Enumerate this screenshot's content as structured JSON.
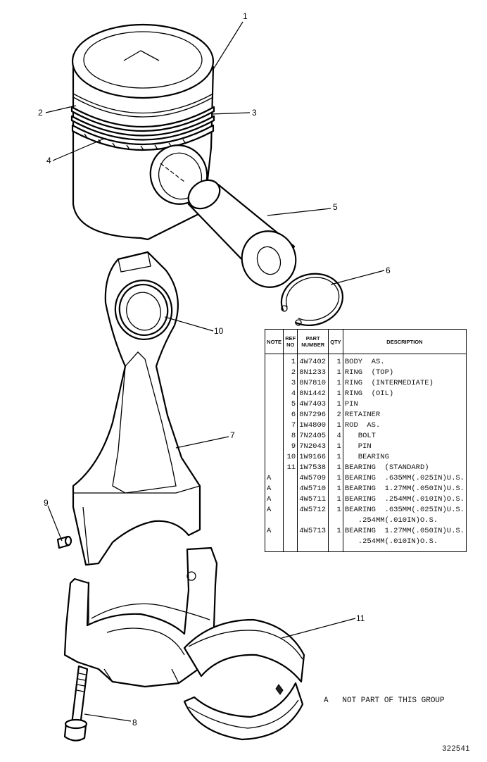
{
  "callouts": {
    "c1": "1",
    "c2": "2",
    "c3": "3",
    "c4": "4",
    "c5": "5",
    "c6": "6",
    "c7": "7",
    "c8": "8",
    "c9": "9",
    "c10": "10",
    "c11": "11"
  },
  "table": {
    "headers": {
      "note": "NOTE",
      "ref_line1": "REF",
      "ref_line2": "NO",
      "part_line1": "PART",
      "part_line2": "NUMBER",
      "qty": "QTY",
      "description": "DESCRIPTION"
    },
    "rows": [
      {
        "note": "",
        "ref": "1",
        "part": "4W7402",
        "qty": "1",
        "desc": "BODY  AS."
      },
      {
        "note": "",
        "ref": "2",
        "part": "8N1233",
        "qty": "1",
        "desc": "RING  (TOP)"
      },
      {
        "note": "",
        "ref": "3",
        "part": "8N7810",
        "qty": "1",
        "desc": "RING  (INTERMEDIATE)"
      },
      {
        "note": "",
        "ref": "4",
        "part": "8N1442",
        "qty": "1",
        "desc": "RING  (OIL)"
      },
      {
        "note": "",
        "ref": "5",
        "part": "4W7403",
        "qty": "1",
        "desc": "PIN"
      },
      {
        "note": "",
        "ref": "6",
        "part": "8N7296",
        "qty": "2",
        "desc": "RETAINER"
      },
      {
        "note": "",
        "ref": "7",
        "part": "1W4800",
        "qty": "1",
        "desc": "ROD  AS."
      },
      {
        "note": "",
        "ref": "8",
        "part": "7N2405",
        "qty": "4",
        "desc": "   BOLT"
      },
      {
        "note": "",
        "ref": "9",
        "part": "7N2043",
        "qty": "1",
        "desc": "   PIN"
      },
      {
        "note": "",
        "ref": "10",
        "part": "1W9166",
        "qty": "1",
        "desc": "   BEARING"
      },
      {
        "note": "",
        "ref": "11",
        "part": "1W7538",
        "qty": "1",
        "desc": "BEARING  (STANDARD)"
      },
      {
        "note": "A",
        "ref": "",
        "part": "4W5709",
        "qty": "1",
        "desc": "BEARING  .635MM(.025IN)U.S."
      },
      {
        "note": "A",
        "ref": "",
        "part": "4W5710",
        "qty": "1",
        "desc": "BEARING  1.27MM(.050IN)U.S."
      },
      {
        "note": "A",
        "ref": "",
        "part": "4W5711",
        "qty": "1",
        "desc": "BEARING  .254MM(.010IN)O.S."
      },
      {
        "note": "A",
        "ref": "",
        "part": "4W5712",
        "qty": "1",
        "desc": "BEARING  .635MM(.025IN)U.S."
      },
      {
        "note": "",
        "ref": "",
        "part": "",
        "qty": "",
        "desc": "   .254MM(.010IN)O.S."
      },
      {
        "note": "A",
        "ref": "",
        "part": "4W5713",
        "qty": "1",
        "desc": "BEARING  1.27MM(.050IN)U.S."
      },
      {
        "note": "",
        "ref": "",
        "part": "",
        "qty": "",
        "desc": "   .254MM(.010IN)O.S."
      }
    ]
  },
  "footnote": "A   NOT PART OF THIS GROUP",
  "figure_number": "322541"
}
